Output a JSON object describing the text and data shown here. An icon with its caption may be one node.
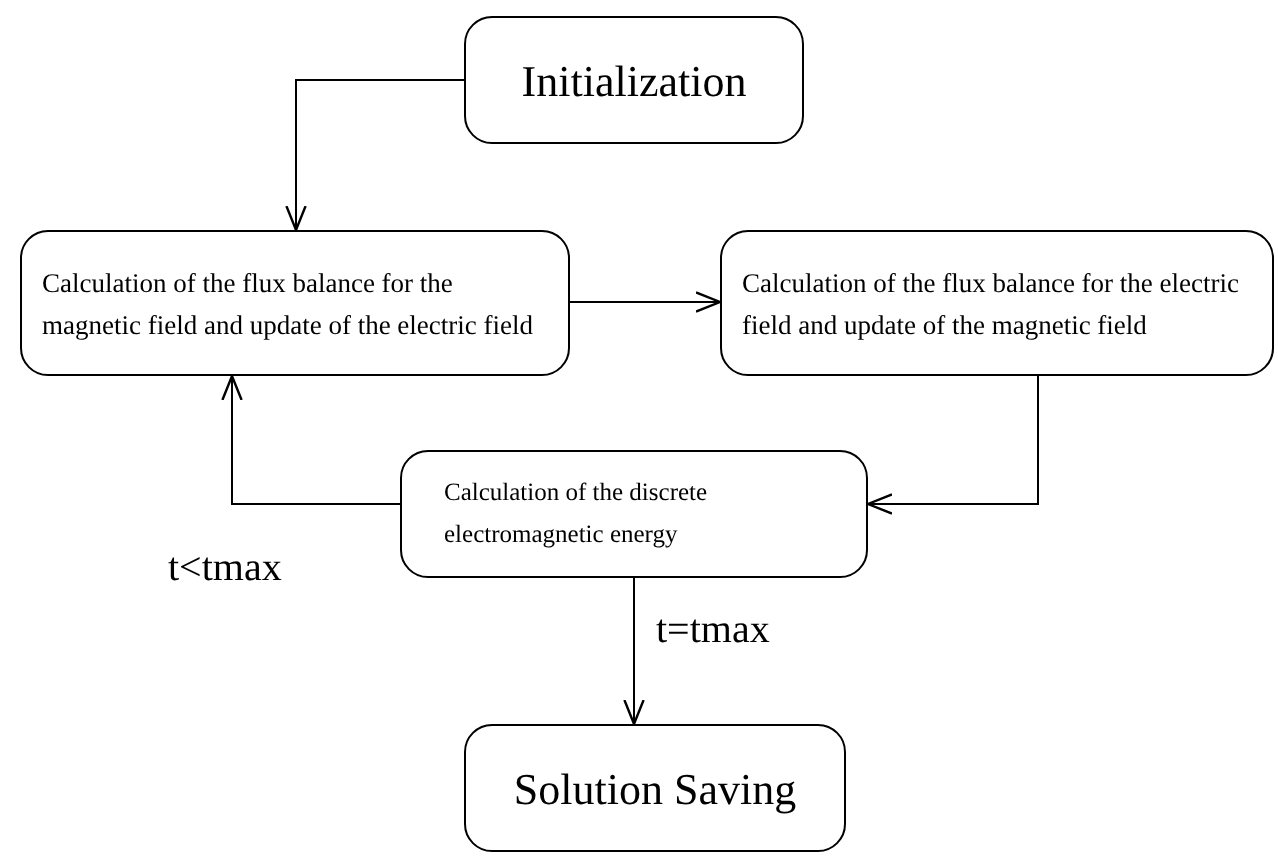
{
  "diagram": {
    "nodes": [
      {
        "text": [
          "Initialization"
        ]
      },
      {
        "text": [
          "Calculation of the flux balance for the magnetic field and update of the electric field"
        ]
      },
      {
        "text": [
          "Calculation of the flux balance for the electric field and update of the magnetic field"
        ]
      },
      {
        "text": [
          "Calculation of the discrete electromagnetic energy"
        ]
      },
      {
        "text": [
          "Solution Saving"
        ]
      }
    ],
    "edges": [
      {
        "from": 0,
        "to": 1,
        "arrow": "to"
      },
      {
        "from": 1,
        "to": 2,
        "arrow": "to"
      },
      {
        "from": 2,
        "to": 3,
        "arrow": "to"
      },
      {
        "from": 3,
        "to": 1,
        "arrow": "to",
        "label": "t<tmax"
      },
      {
        "from": 3,
        "to": 4,
        "arrow": "to",
        "label": "t=tmax"
      }
    ]
  }
}
